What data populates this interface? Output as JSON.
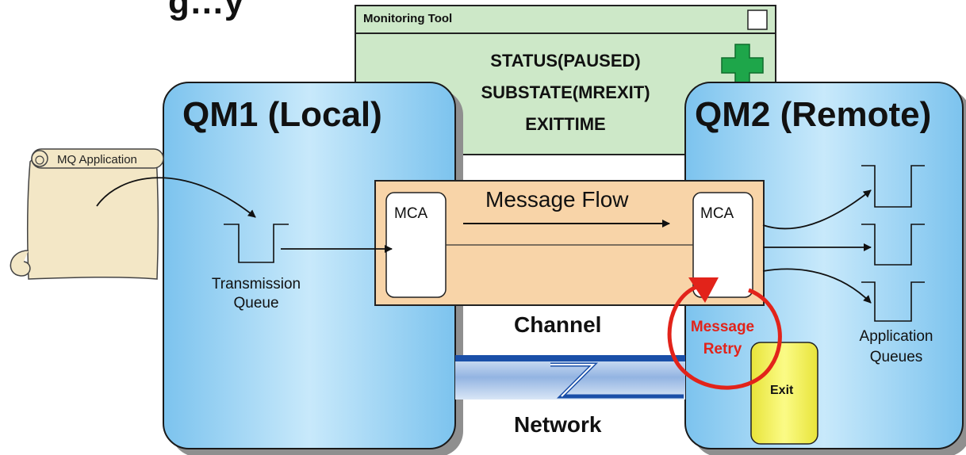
{
  "page_title_fragment": "g…y",
  "monitoring_tool": {
    "title": "Monitoring Tool",
    "status_lines": [
      "STATUS(PAUSED)",
      "SUBSTATE(MREXIT)",
      "EXITTIME"
    ]
  },
  "qm1": {
    "title": "QM1 (Local)"
  },
  "qm2": {
    "title": "QM2 (Remote)"
  },
  "mq_application": {
    "label": "MQ Application"
  },
  "transmission_queue": {
    "label_line1": "Transmission",
    "label_line2": "Queue"
  },
  "channel": {
    "label": "Channel",
    "message_flow_label": "Message Flow",
    "mca_left": "MCA",
    "mca_right": "MCA"
  },
  "network": {
    "label": "Network"
  },
  "message_retry": {
    "line1": "Message",
    "line2": "Retry"
  },
  "exit": {
    "label": "Exit"
  },
  "application_queues": {
    "label_line1": "Application",
    "label_line2": "Queues"
  },
  "colors": {
    "qm_fill": "#8ccdf2",
    "monitor_fill": "#cde8c8",
    "channel_fill": "#f8d4a8",
    "exit_fill": "#f0f050",
    "retry_red": "#e2231a",
    "network_blue": "#1a4fa8",
    "plus_green": "#1ea64a"
  }
}
